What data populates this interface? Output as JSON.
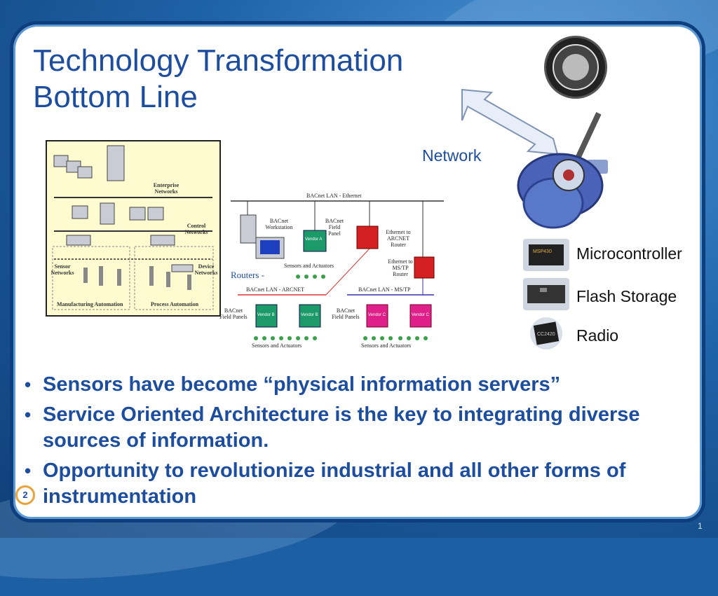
{
  "slide": {
    "title_line1": "Technology Transformation",
    "title_line2": "Bottom Line",
    "network_label": "Network",
    "chips": [
      {
        "label": "Microcontroller",
        "icon": "microcontroller-chip-icon"
      },
      {
        "label": "Flash Storage",
        "icon": "flash-chip-icon"
      },
      {
        "label": "Radio",
        "icon": "radio-chip-icon"
      }
    ],
    "bullets": [
      "Sensors have become “physical information servers”",
      "Service Oriented Architecture is the key to integrating diverse sources of information.",
      "Opportunity to revolutionize industrial and all other forms of instrumentation"
    ],
    "page_number": "2",
    "corner_mark": "1"
  },
  "diagram_left": {
    "enterprise": "Enterprise Networks",
    "control": "Control Networks",
    "sensor": "Sensor Networks",
    "device": "Device Networks",
    "manufacturing": "Manufacturing Automation",
    "process": "Process Automation"
  },
  "diagram_right": {
    "lan_ethernet": "BACnet LAN - Ethernet",
    "workstation": "BACnet Workstation",
    "field_panel": "BACnet Field Panel",
    "eth_arcnet": "Ethernet to ARCNET Router",
    "eth_mstp": "Ethernet to MS/TP Router",
    "routers": "Routers -",
    "sensors_actuators": "Sensors and Actuators",
    "lan_arcnet": "BACnet LAN - ARCNET",
    "lan_mstp": "BACnet LAN - MS/TP",
    "field_panels": "BACnet Field Panels",
    "vendor_a": "Vendor A",
    "vendor_b": "Vendor B",
    "vendor_c": "Vendor C"
  },
  "colors": {
    "title": "#1d4d9e",
    "frame": "#0d3f7e",
    "diagram_bg": "#fffbd0",
    "green_panel": "#1c9a6a",
    "red_panel": "#d42020",
    "pink_panel": "#e0208a"
  }
}
